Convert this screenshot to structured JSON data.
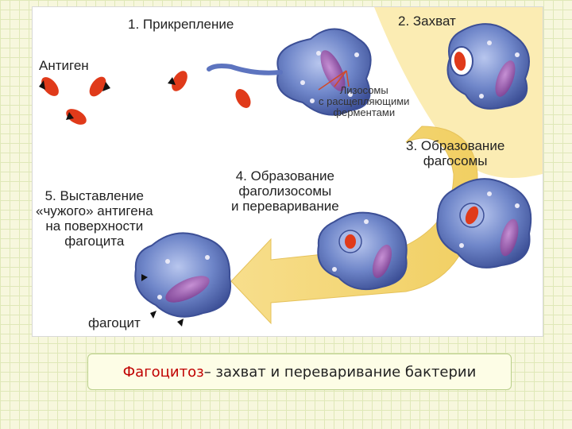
{
  "diagram": {
    "title_step1": "1. Прикрепление",
    "title_step2": "2. Захват",
    "title_step3": [
      "3. Образование",
      "фагосомы"
    ],
    "title_step4": [
      "4. Образование",
      "фаголизосомы",
      "и переваривание"
    ],
    "title_step5": [
      "5. Выставление",
      "«чужого» антигена",
      "на поверхности",
      "фагоцита"
    ],
    "antigen_label": "Антиген",
    "lysosome_label": [
      "Лизосомы",
      "с расщепляющими",
      "ферментами"
    ],
    "phagocyte_label": "фагоцит"
  },
  "caption": {
    "term": "Фагоцитоз",
    "text": " – захват и переваривание бактерии"
  },
  "colors": {
    "cell_fill": "#6f86c9",
    "cell_dark": "#3c4f96",
    "nucleus": "#8a4fa0",
    "antigen": "#e03a1a",
    "arrow": "#f5d77a",
    "caption_term": "#c00000",
    "pointer_line": "#d14a2a"
  }
}
